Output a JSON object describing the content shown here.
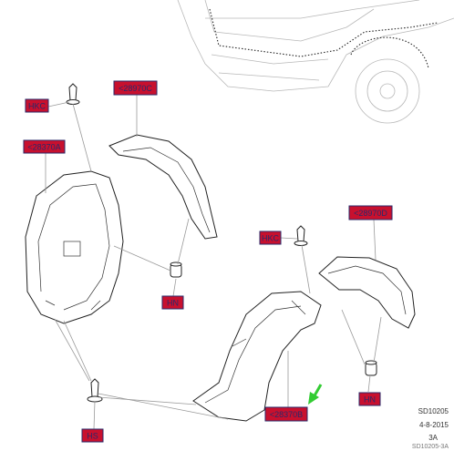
{
  "callouts": {
    "clip_top": "HKC",
    "liner_front_a": "<28370A",
    "liner_front_c": "<28970C",
    "clip_mid": "HKC",
    "liner_rear_d": "<28970D",
    "nut_left": "HN",
    "liner_rear_b": "<28370B",
    "nut_right": "HN",
    "screw_bottom": "HS"
  },
  "stamp": {
    "id": "SD10205",
    "date": "4-8-2015",
    "rev": "3A",
    "code": "SD10205-3A"
  },
  "colors": {
    "callout_fill": "#c8102e",
    "callout_text": "#2a2a6a",
    "pointer_arrow": "#33cc33"
  }
}
